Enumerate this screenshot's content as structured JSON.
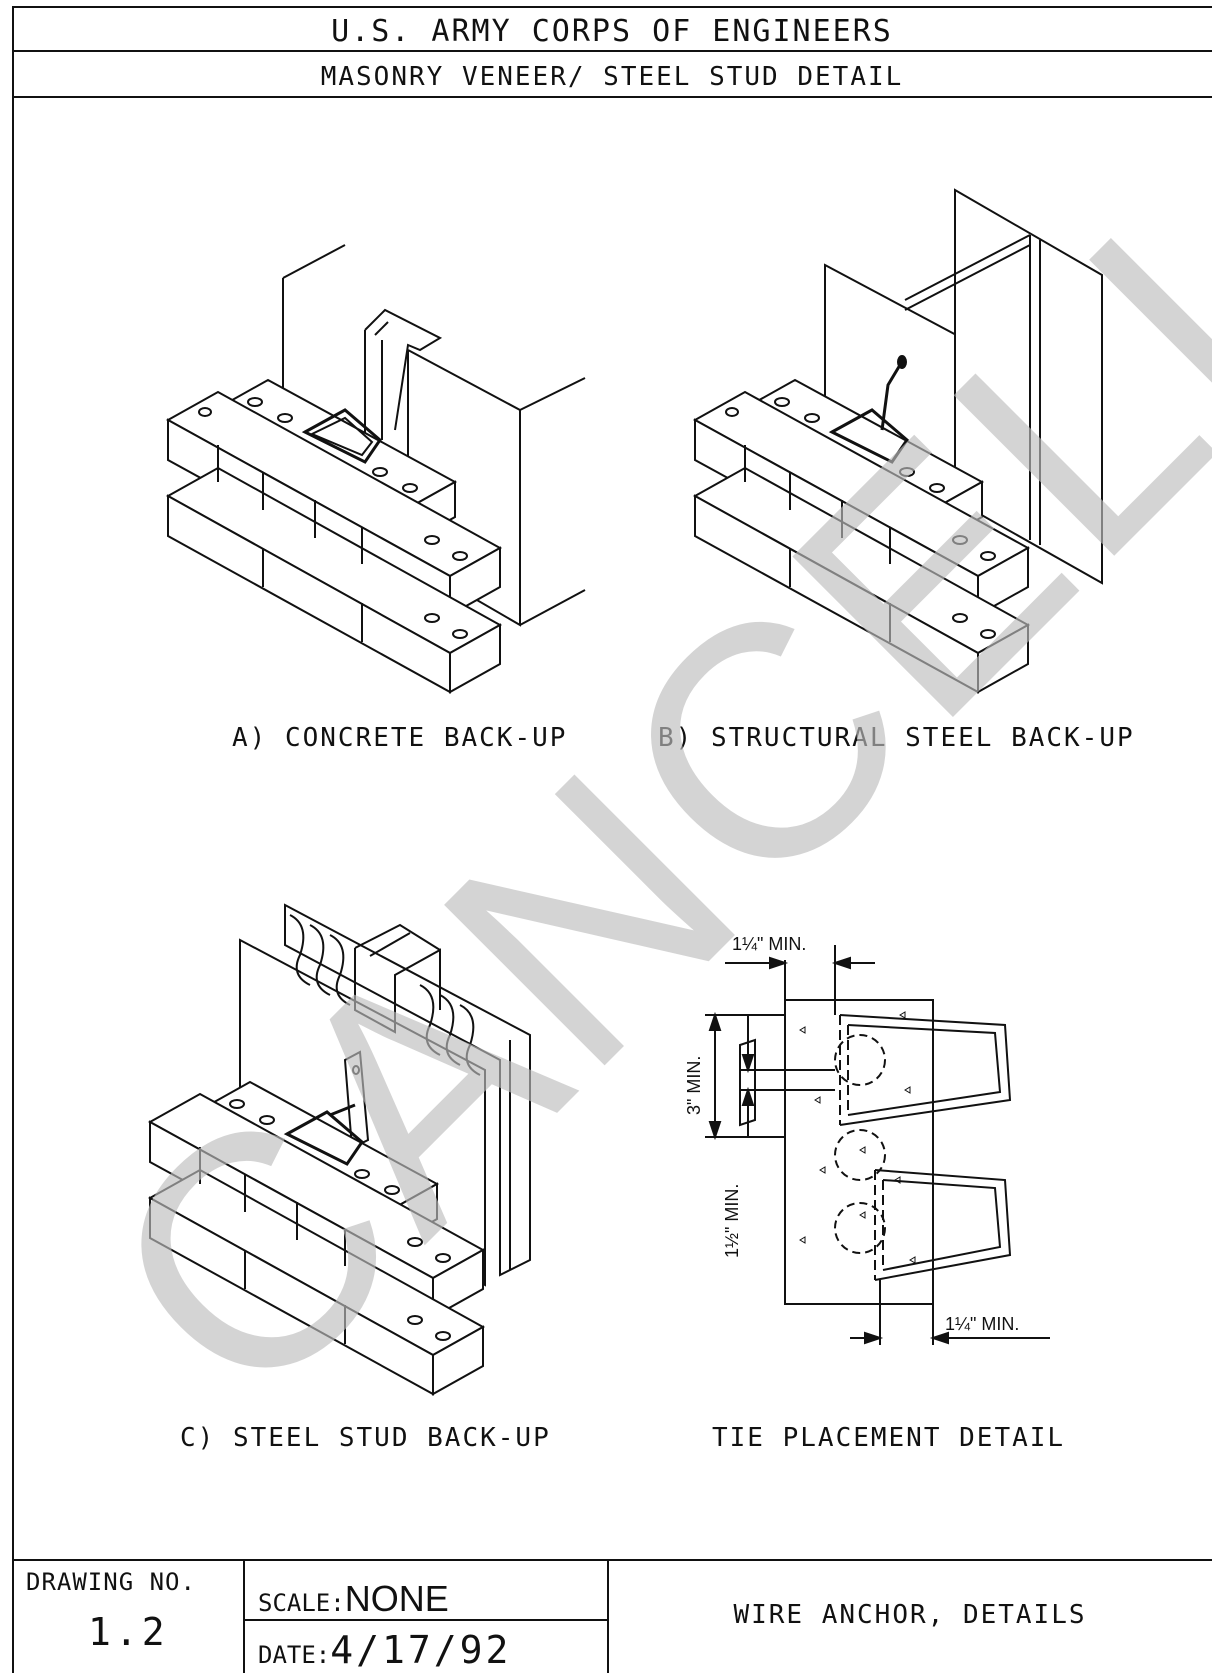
{
  "header": {
    "title": "U.S. ARMY CORPS OF ENGINEERS",
    "subtitle": "MASONRY  VENEER/ STEEL STUD DETAIL"
  },
  "details": {
    "a_label": "A) CONCRETE BACK-UP",
    "b_label": "B) STRUCTURAL STEEL BACK-UP",
    "c_label": "C) STEEL STUD BACK-UP",
    "d_label": "TIE PLACEMENT DETAIL"
  },
  "dimensions": {
    "top_min": "1¼\" MIN.",
    "left_3_min": "3\" MIN.",
    "left_1half_min": "1½\" MIN.",
    "bottom_min": "1¼\" MIN."
  },
  "watermark": "CANCELLED",
  "title_block": {
    "drawing_no_label": "DRAWING NO.",
    "drawing_no": "1.2",
    "scale_label": "SCALE:",
    "scale_value": "NONE",
    "date_label": "DATE:",
    "date_value": "4/17/92",
    "sheet_title": "WIRE ANCHOR, DETAILS"
  }
}
